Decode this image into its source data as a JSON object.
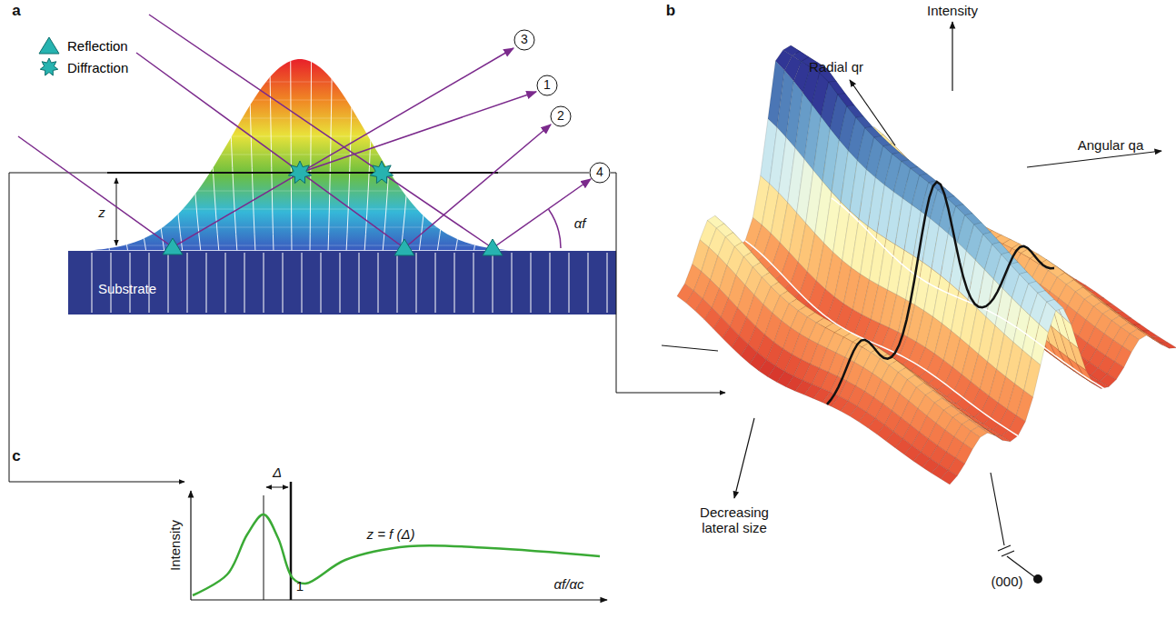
{
  "diagram": {
    "labels": [
      "a",
      "3",
      "1",
      "2",
      "4",
      "z",
      "αf",
      "Substrate",
      "b",
      "Intensity",
      "Radial qr",
      "Angular qa",
      "Decreasing lateral size",
      "(000)",
      "c",
      "Δ",
      "Intensity",
      "1",
      "z = f (Δ)",
      "αf/αc"
    ],
    "legend": [
      {
        "text": "Reflection"
      },
      {
        "text": "Diffraction"
      }
    ]
  }
}
